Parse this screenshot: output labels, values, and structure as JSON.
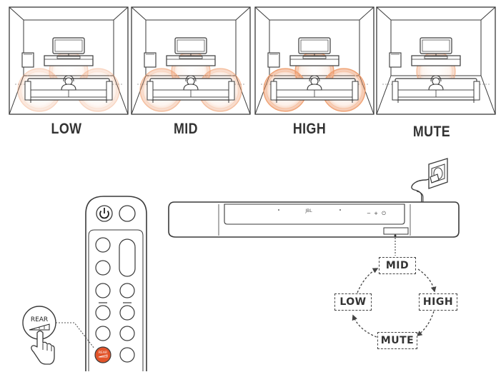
{
  "rooms": [
    {
      "label": "LOW",
      "active_circles": [
        1,
        2,
        3
      ],
      "intensity": 0.45
    },
    {
      "label": "MID",
      "active_circles": [
        1,
        2,
        3
      ],
      "intensity": 0.7
    },
    {
      "label": "HIGH",
      "active_circles": [
        1,
        2,
        3
      ],
      "intensity": 1.0
    },
    {
      "label": "MUTE",
      "active_circles": [
        1
      ],
      "intensity": 0.7
    }
  ],
  "remote": {
    "rear_label": "REAR",
    "rear_button_label": "REAR",
    "power_icon": "power-icon"
  },
  "soundbar": {
    "brand": "JBL",
    "controls": [
      "−",
      "+",
      "⏻"
    ]
  },
  "cycle": {
    "modes": [
      "MID",
      "HIGH",
      "MUTE",
      "LOW"
    ]
  },
  "colors": {
    "line": "#3a3a3a",
    "glow": "#f0a070",
    "accent": "#e2542a"
  }
}
